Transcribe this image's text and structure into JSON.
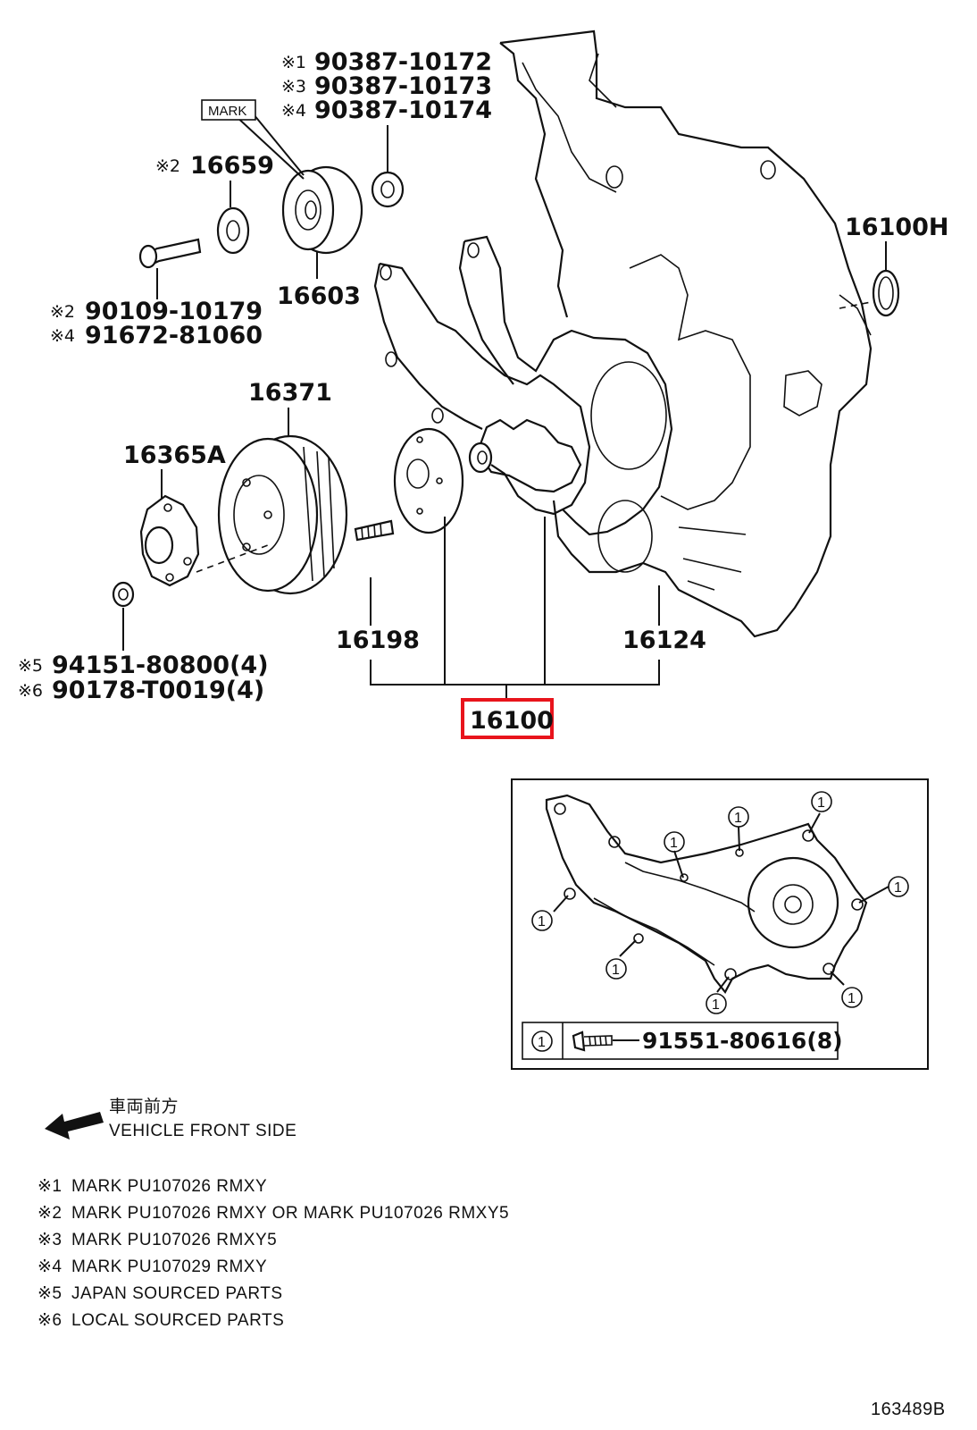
{
  "callouts": {
    "c90387": [
      "90387-10172",
      "90387-10173",
      "90387-10174"
    ],
    "c90387_marks": [
      "※1",
      "※3",
      "※4"
    ],
    "mark_box": "MARK",
    "p16659": "16659",
    "p16659_mark": "※2",
    "p16603": "16603",
    "p16100H": "16100H",
    "bolt": [
      "90109-10179",
      "91672-81060"
    ],
    "bolt_marks": [
      "※2",
      "※4"
    ],
    "p16371": "16371",
    "p16365A": "16365A",
    "nut": [
      "94151-80800(4)",
      "90178-T0019(4)"
    ],
    "nut_marks": [
      "※5",
      "※6"
    ],
    "p16198": "16198",
    "p16124": "16124",
    "p16100": "16100"
  },
  "inset": {
    "circle_number": "1",
    "bolt_part": "91551-80616(8)"
  },
  "direction": {
    "japanese": "車両前方",
    "english": "VEHICLE FRONT SIDE"
  },
  "notes": [
    {
      "mark": "※1",
      "text": "MARK PU107026 RMXY"
    },
    {
      "mark": "※2",
      "text": "MARK PU107026 RMXY OR MARK PU107026 RMXY5"
    },
    {
      "mark": "※3",
      "text": "MARK PU107026 RMXY5"
    },
    {
      "mark": "※4",
      "text": "MARK PU107029 RMXY"
    },
    {
      "mark": "※5",
      "text": "JAPAN SOURCED PARTS"
    },
    {
      "mark": "※6",
      "text": "LOCAL SOURCED PARTS"
    }
  ],
  "figure_id": "163489B",
  "colors": {
    "highlight": "#e8141c",
    "ink": "#111111"
  }
}
